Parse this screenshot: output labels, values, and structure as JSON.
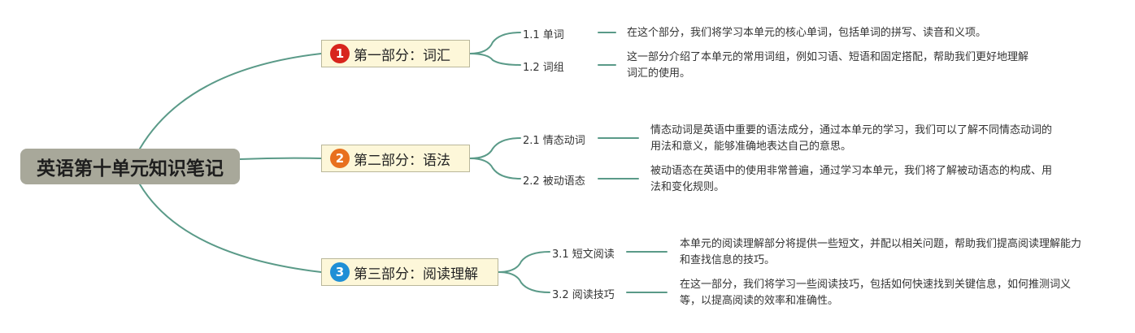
{
  "root": {
    "title": "英语第十单元知识笔记"
  },
  "colors": {
    "root_bg": "#a8a89a",
    "branch_bg": "#fdf7d9",
    "connector": "#5a9a88"
  },
  "branches": [
    {
      "number": "1",
      "badge_color": "#d8251d",
      "title": "第一部分：词汇",
      "subtopics": [
        {
          "label": "1.1 单词",
          "desc": "在这个部分，我们将学习本单元的核心单词，包括单词的拼写、读音和义项。"
        },
        {
          "label": "1.2 词组",
          "desc": "这一部分介绍了本单元的常用词组，例如习语、短语和固定搭配，帮助我们更好地理解词汇的使用。"
        }
      ]
    },
    {
      "number": "2",
      "badge_color": "#e8701e",
      "title": "第二部分：语法",
      "subtopics": [
        {
          "label": "2.1 情态动词",
          "desc": "情态动词是英语中重要的语法成分，通过本单元的学习，我们可以了解不同情态动词的用法和意义，能够准确地表达自己的意思。"
        },
        {
          "label": "2.2 被动语态",
          "desc": "被动语态在英语中的使用非常普遍，通过学习本单元，我们将了解被动语态的构成、用法和变化规则。"
        }
      ]
    },
    {
      "number": "3",
      "badge_color": "#1f8fd6",
      "title": "第三部分：阅读理解",
      "subtopics": [
        {
          "label": "3.1 短文阅读",
          "desc": "本单元的阅读理解部分将提供一些短文，并配以相关问题，帮助我们提高阅读理解能力和查找信息的技巧。"
        },
        {
          "label": "3.2 阅读技巧",
          "desc": "在这一部分，我们将学习一些阅读技巧，包括如何快速找到关键信息，如何推测词义等，以提高阅读的效率和准确性。"
        }
      ]
    }
  ]
}
